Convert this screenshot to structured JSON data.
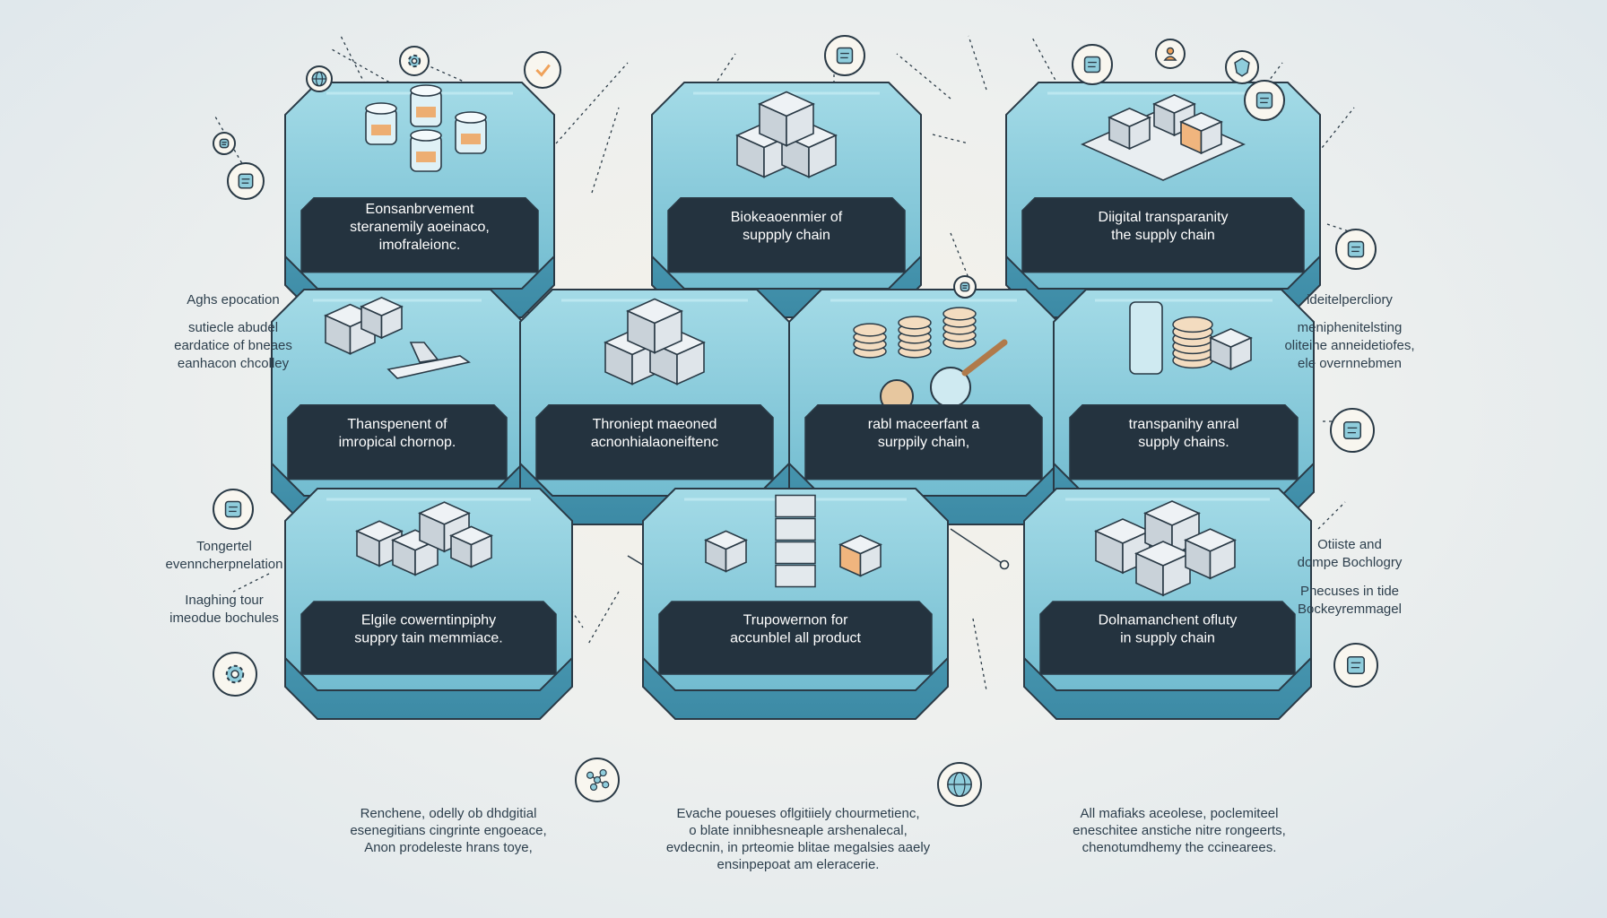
{
  "palette": {
    "panel_top": "#8fcddc",
    "panel_side": "#4f9db5",
    "panel_dark": "#2f7691",
    "label_bg": "#24333f",
    "label_text": "#ffffff",
    "line": "#2a3a46",
    "accent": "#f0a25a"
  },
  "panels": [
    {
      "id": "p1",
      "label": "Eonsanbrvement\nsteranemily aoeinaco,\nimofraleionc.",
      "icon": "storage-jars-icon"
    },
    {
      "id": "p2",
      "label": "Biokeaoenmier of\nsuppply chain",
      "icon": "box-stack-icon"
    },
    {
      "id": "p3",
      "label": "Diigital transparanity\nthe supply chain",
      "icon": "warehouse-pallet-icon"
    },
    {
      "id": "p4",
      "label": "Thanspenent of\nimropical chornop.",
      "icon": "cargo-plane-icon"
    },
    {
      "id": "p5",
      "label": "Throniept maeoned\nacnonhialaoneiftenc",
      "icon": "document-stack-icon"
    },
    {
      "id": "p6",
      "label": "rabl maceerfant a\nsurppily chain,",
      "icon": "coin-magnifier-icon"
    },
    {
      "id": "p7",
      "label": "transpanihy anral\nsupply chains.",
      "icon": "coin-bottle-icon"
    },
    {
      "id": "p8",
      "label": "Elgile cowerntinpiphy\nsuppry tain memmiace.",
      "icon": "shipping-boxes-icon"
    },
    {
      "id": "p9",
      "label": "Trupowernon for\naccunblel all product",
      "icon": "server-crates-icon"
    },
    {
      "id": "p10",
      "label": "Dolnamanchent ofluty\nin supply chain",
      "icon": "box-pile-icon"
    }
  ],
  "side_notes": [
    {
      "id": "l1",
      "text": "Aghs epocation"
    },
    {
      "id": "l2",
      "text": "sutiecle abudel\neardatice of bneaes\neanhacon chcolley"
    },
    {
      "id": "l3",
      "text": "Tongertel\nevenncherpnelation"
    },
    {
      "id": "l4",
      "text": "Inaghing tour\nimeodue bochules"
    },
    {
      "id": "r1",
      "text": "ideitelpercliory"
    },
    {
      "id": "r2",
      "text": "meniphenitelsting\noliteine anneidetiofes,\nele overnnebmen"
    },
    {
      "id": "r3",
      "text": "Otiiste and\ndompe Bochlogry"
    },
    {
      "id": "r4",
      "text": "Phecuses in tide\nBockeyremmagel"
    }
  ],
  "footer_notes": [
    {
      "id": "f1",
      "text": "Renchene, odelly ob dhdgitial\nesenegitians cingrinte engoeace,\nAnon prodeleste hrans toye,"
    },
    {
      "id": "f2",
      "text": "Evache poueses oflgitiiely chourmetienc,\no blate innibhesneaple arshenalecal,\nevdecnin, in prteomie blitae megalsies aaely\nensinpepoat am eleracerie."
    },
    {
      "id": "f3",
      "text": "All mafiaks aceolese, poclemiteel\neneschitee anstiche nitre rongeerts,\nchenotumdhemy the ccinearees."
    }
  ],
  "floating_icons": [
    {
      "id": "fi1",
      "icon": "globe-network-icon"
    },
    {
      "id": "fi2",
      "icon": "check-badge-icon"
    },
    {
      "id": "fi3",
      "icon": "cog-network-icon"
    },
    {
      "id": "fi4",
      "icon": "shield-lock-icon"
    },
    {
      "id": "fi5",
      "icon": "user-profile-icon"
    },
    {
      "id": "fi6",
      "icon": "database-circle-icon"
    },
    {
      "id": "fi7",
      "icon": "chart-document-icon"
    },
    {
      "id": "fi8",
      "icon": "fingerprint-badge-icon"
    },
    {
      "id": "fi9",
      "icon": "scanner-icon"
    },
    {
      "id": "fi10",
      "icon": "map-pin-icon"
    },
    {
      "id": "fi11",
      "icon": "gear-badge-icon"
    },
    {
      "id": "fi12",
      "icon": "molecule-network-icon"
    },
    {
      "id": "fi13",
      "icon": "world-grid-icon"
    },
    {
      "id": "fi14",
      "icon": "ledger-chip-icon"
    },
    {
      "id": "fi15",
      "icon": "qr-document-icon"
    },
    {
      "id": "fi16",
      "icon": "tablet-icon"
    },
    {
      "id": "fi17",
      "icon": "flask-badge-icon"
    },
    {
      "id": "fi18",
      "icon": "route-map-icon"
    }
  ]
}
